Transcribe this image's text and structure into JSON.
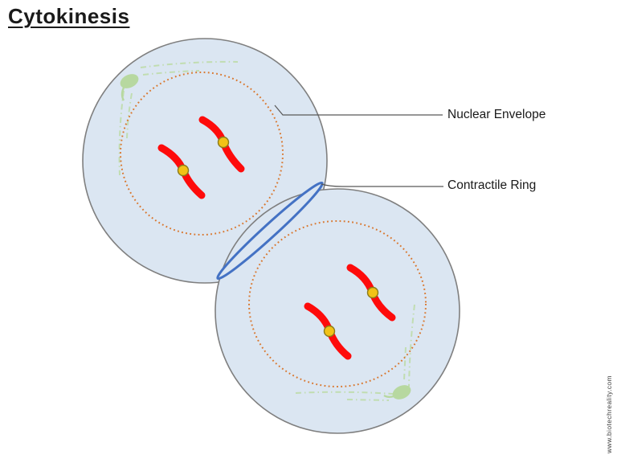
{
  "title": "Cytokinesis",
  "labels": {
    "nuclear_envelope": "Nuclear Envelope",
    "contractile_ring": "Contractile Ring"
  },
  "watermark": "www.biotechreality.com",
  "colors": {
    "cell_fill": "#dbe6f2",
    "membrane": "#7f7f7f",
    "nuclear_envelope": "#d9772e",
    "contractile_ring": "#4472c4",
    "chromosome": "#fe0b0b",
    "centromere_fill": "#f2c216",
    "centromere_stroke": "#8a7a1a",
    "centrosome": "#b7d8a0",
    "microtubule": "#bcdaa6",
    "leader_line": "#595959",
    "text": "#1a1a1a"
  }
}
